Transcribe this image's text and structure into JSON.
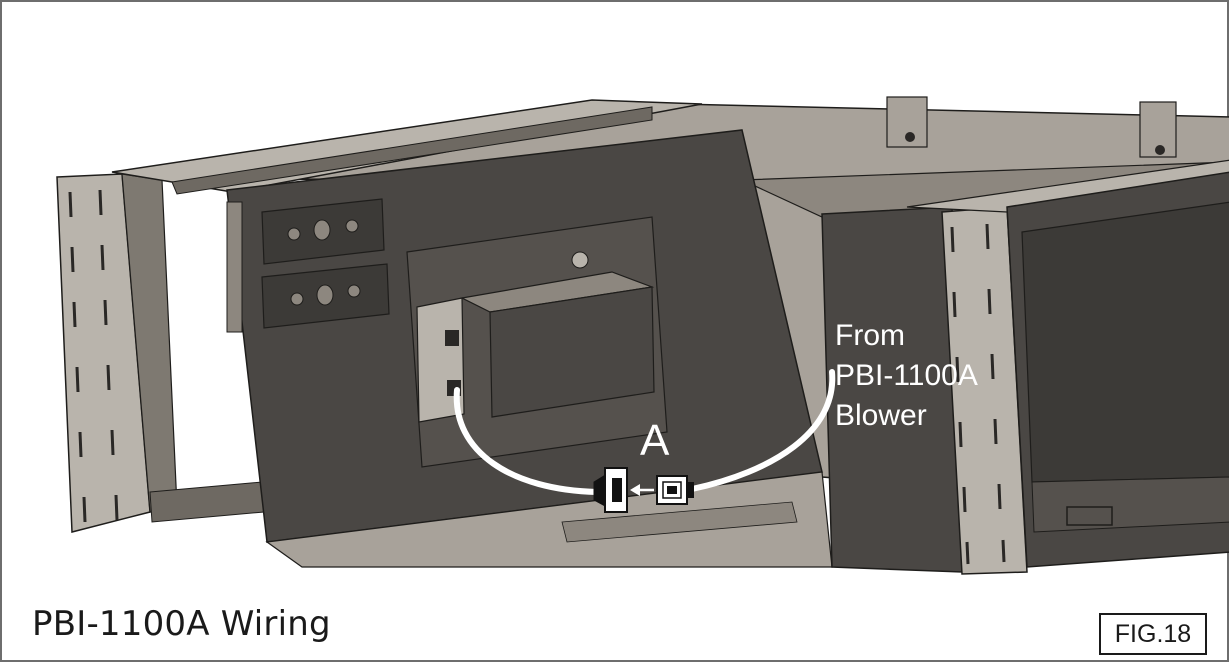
{
  "figure": {
    "caption": "PBI-1100A Wiring",
    "fig_number": "FIG.18",
    "connector_label": "A",
    "from_label_lines": [
      "From",
      "PBI-1100A",
      "Blower"
    ]
  },
  "colors": {
    "panel_dark": "#4a4744",
    "panel_mid": "#5a5652",
    "panel_light": "#a8a29a",
    "rail_light": "#b9b4ac",
    "cable": "#ffffff",
    "outline": "#1e1d1b"
  },
  "icons": {
    "plug_male": "plug-icon",
    "plug_female": "socket-icon",
    "arrow": "arrow-left-icon"
  }
}
